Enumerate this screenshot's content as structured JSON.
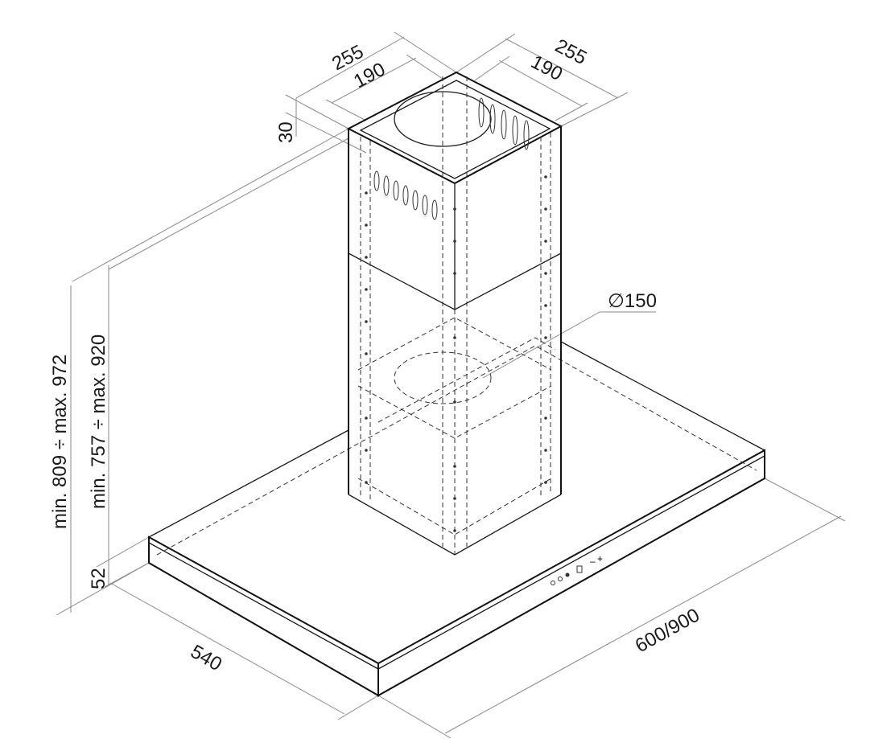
{
  "dimensions": {
    "chimney_width_outer_left": "255",
    "chimney_width_inner_left": "190",
    "chimney_width_outer_right": "255",
    "chimney_width_inner_right": "190",
    "top_offset": "30",
    "duct_diameter": "∅150",
    "total_height": "min. 809 ÷ max. 972",
    "chimney_height": "min. 757 ÷ max. 920",
    "hood_thickness": "52",
    "depth": "540",
    "width": "600/900"
  },
  "control_panel": {
    "minus_label": "–",
    "plus_label": "+"
  }
}
